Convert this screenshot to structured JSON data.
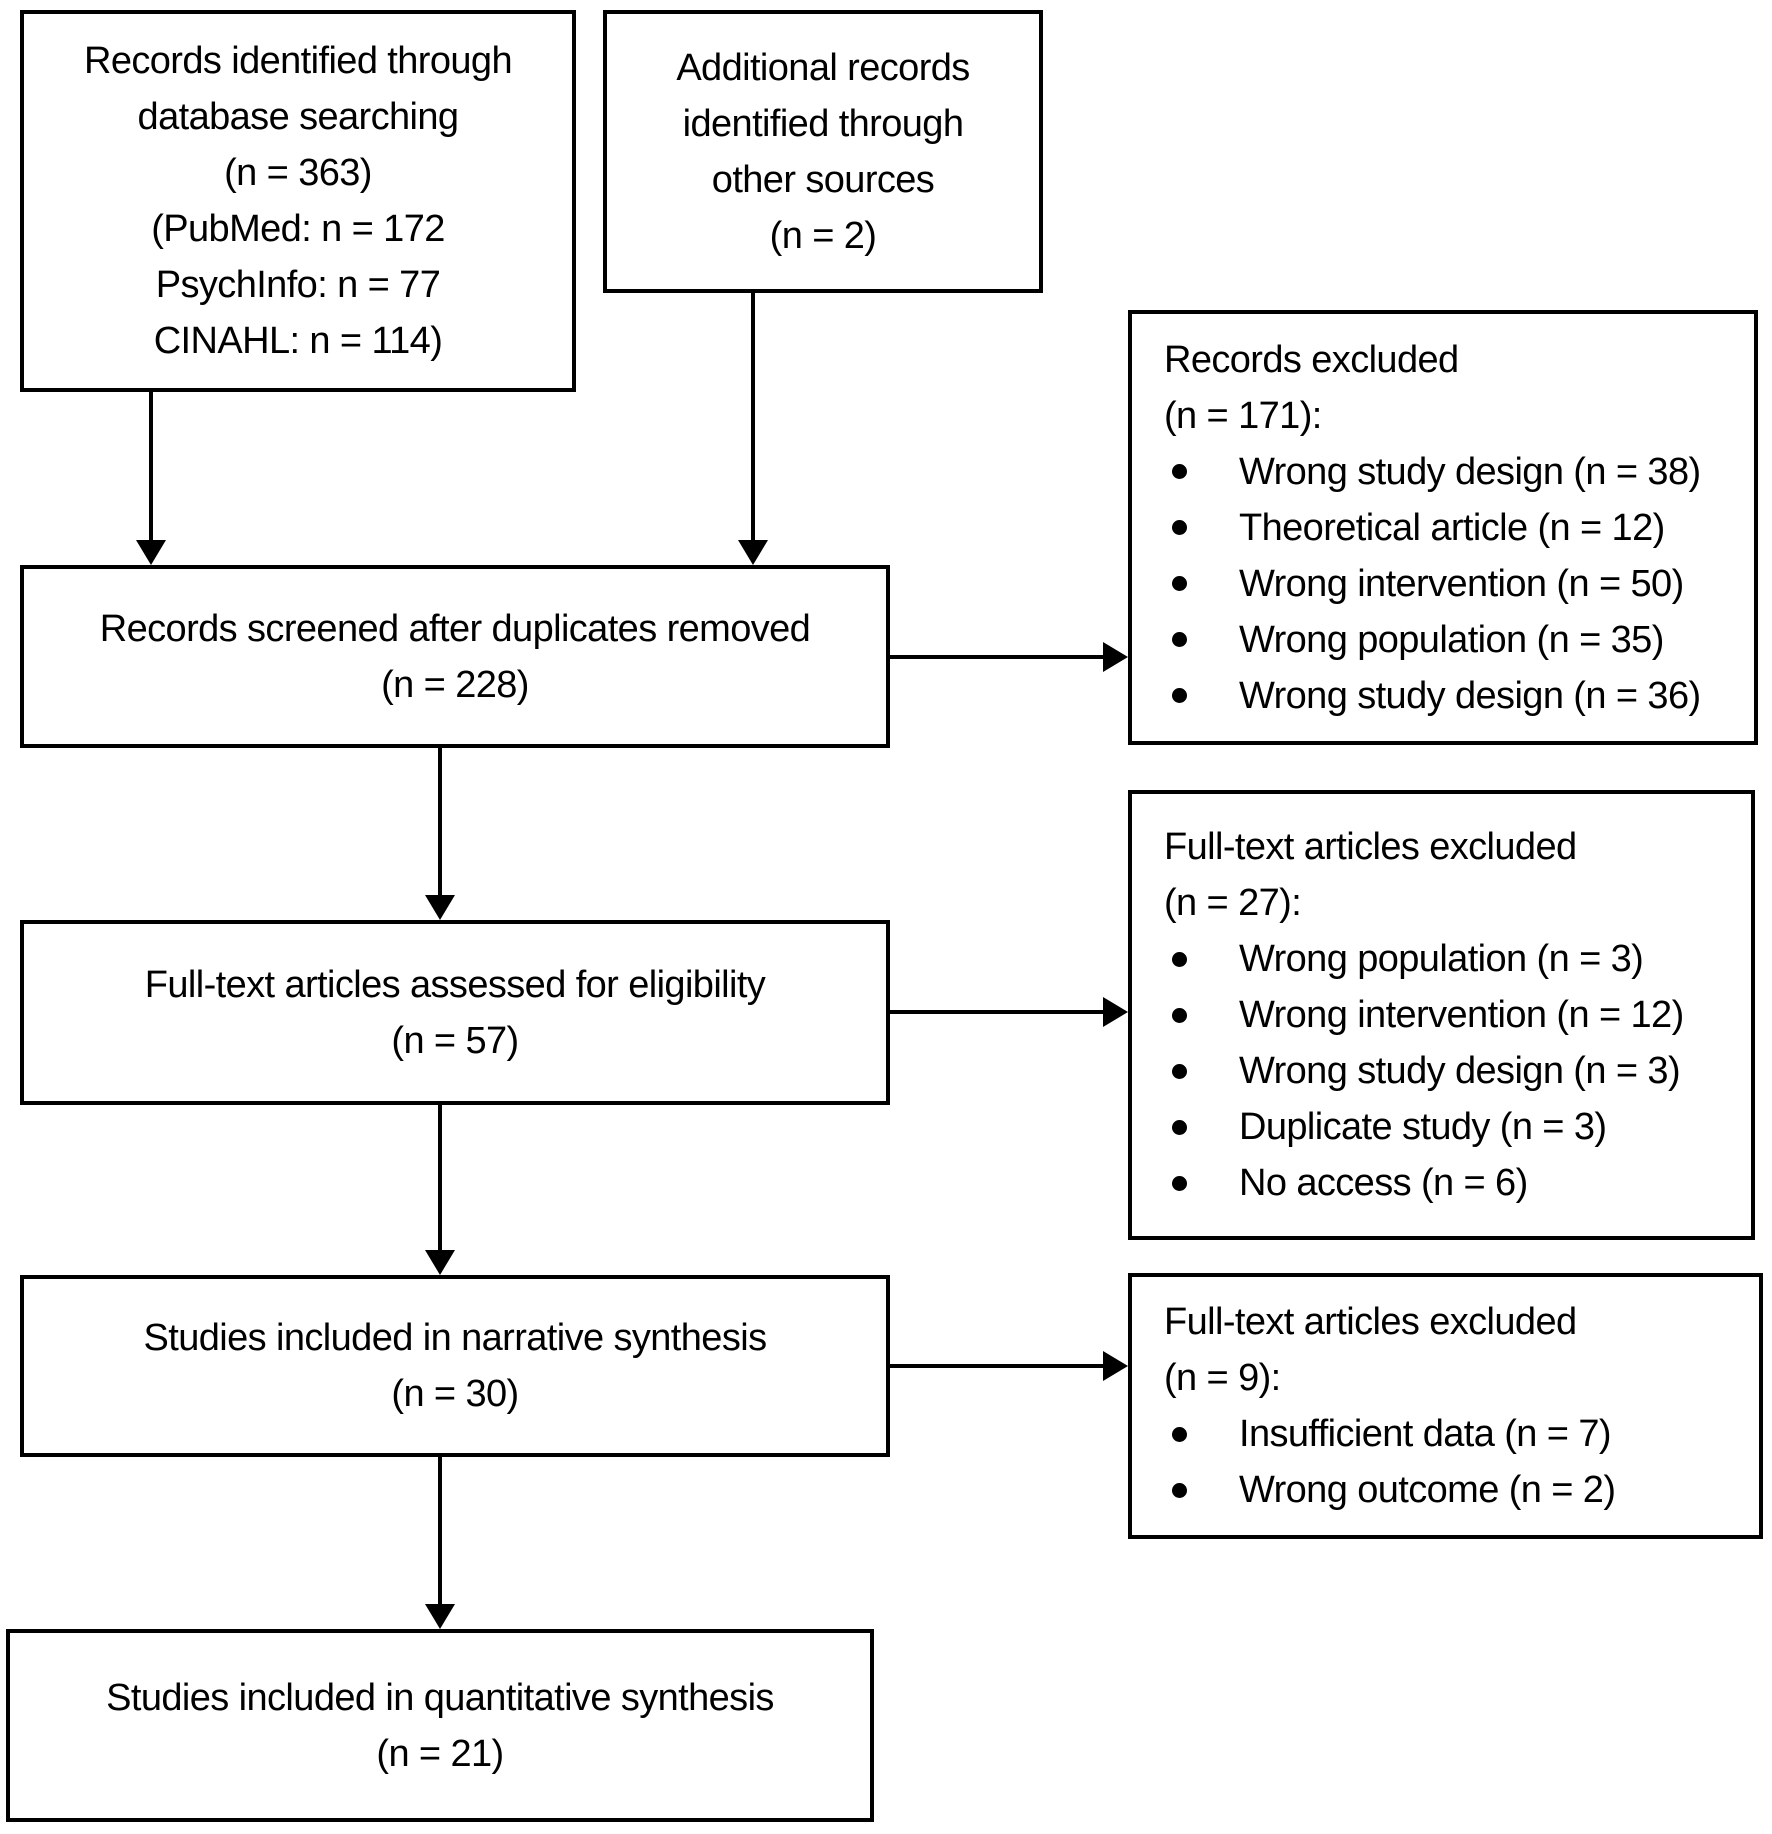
{
  "colors": {
    "ink": "#000000",
    "background": "#ffffff"
  },
  "boxes": {
    "identified": {
      "lines": [
        "Records identified through",
        "database searching",
        "(n = 363)",
        "(PubMed: n = 172",
        "PsychInfo: n = 77",
        "CINAHL: n = 114)"
      ]
    },
    "additional": {
      "lines": [
        "Additional records",
        "identified through",
        "other sources",
        "(n = 2)"
      ]
    },
    "screened": {
      "lines": [
        "Records screened after duplicates removed",
        "(n = 228)"
      ]
    },
    "records_excluded": {
      "header": [
        "Records excluded",
        "(n = 171):"
      ],
      "bullets": [
        "Wrong study design (n = 38)",
        "Theoretical article (n = 12)",
        "Wrong intervention (n = 50)",
        "Wrong population (n = 35)",
        "Wrong study design (n = 36)"
      ]
    },
    "fulltext_assessed": {
      "lines": [
        "Full-text articles assessed for eligibility",
        "(n = 57)"
      ]
    },
    "fulltext_excluded_27": {
      "header": [
        "Full-text articles excluded",
        "(n = 27):"
      ],
      "bullets": [
        "Wrong population (n = 3)",
        "Wrong intervention (n = 12)",
        "Wrong study design (n = 3)",
        "Duplicate study (n = 3)",
        "No access (n = 6)"
      ]
    },
    "narrative": {
      "lines": [
        "Studies included in narrative synthesis",
        "(n = 30)"
      ]
    },
    "fulltext_excluded_9": {
      "header": [
        "Full-text articles excluded",
        "(n = 9):"
      ],
      "bullets": [
        "Insufficient data (n = 7)",
        "Wrong outcome (n = 2)"
      ]
    },
    "quantitative": {
      "lines": [
        "Studies included in quantitative synthesis",
        "(n = 21)"
      ]
    }
  }
}
